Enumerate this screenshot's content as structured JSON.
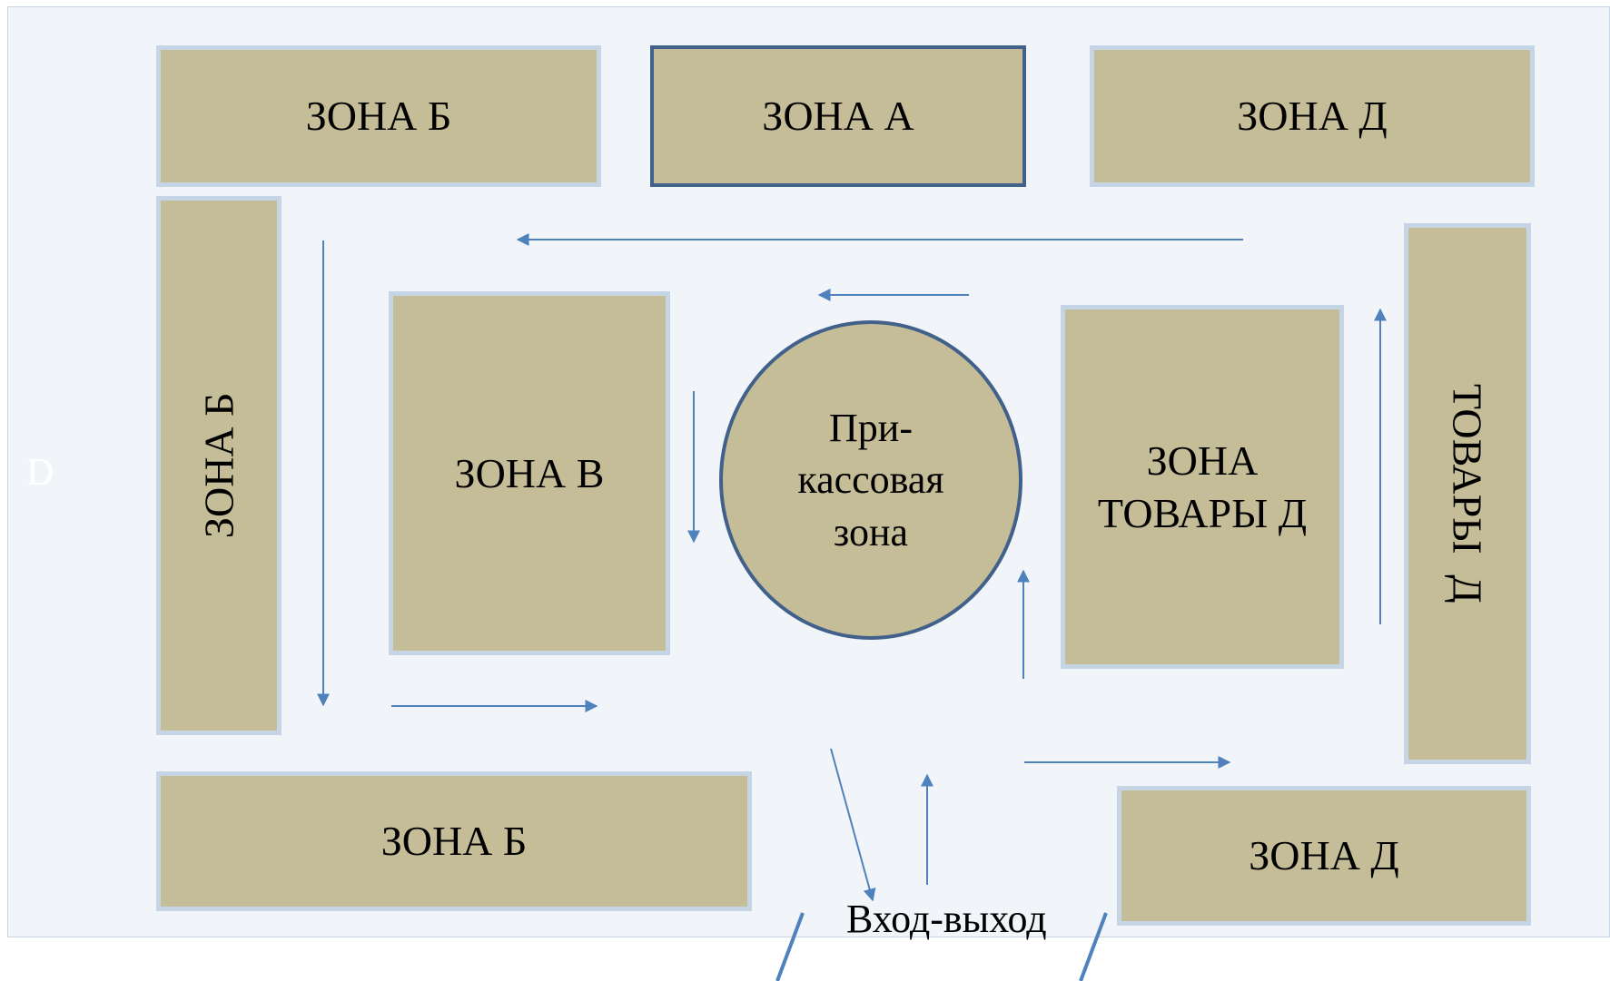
{
  "zones": {
    "top_left": "ЗОНА Б",
    "top_center": "ЗОНА А",
    "top_right": "ЗОНА Д",
    "left_vertical": "ЗОНА Б",
    "center_left": "ЗОНА В",
    "center_right_line1": "ЗОНА",
    "center_right_line2": "ТОВАРЫ Д",
    "right_vertical": "ТОВАРЫ  Д",
    "bottom_left": "ЗОНА Б",
    "bottom_right": "ЗОНА Д"
  },
  "checkout": {
    "line1": "При-",
    "line2": "кассовая",
    "line3": "зона"
  },
  "side_marker": "D",
  "entrance_label": "Вход-выход",
  "colors": {
    "zone_fill": "#c4bd97",
    "zone_border": "#c6d5e6",
    "highlight_border": "#41618a",
    "arrow": "#4f81bd",
    "floor": "#f1f5f9"
  }
}
